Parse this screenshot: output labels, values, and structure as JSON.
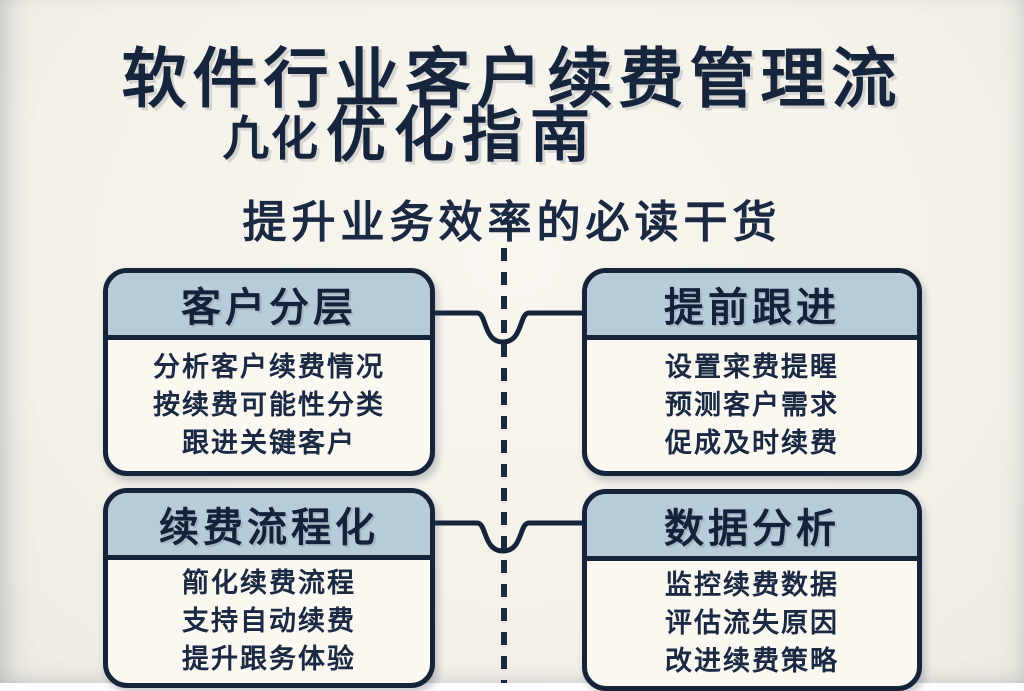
{
  "page": {
    "title_line1": "软件行业客户续费管理流",
    "title_line2_prefix": "凢化",
    "title_line2_main": "优化指南",
    "subtitle": "提升业务效率的必读干货"
  },
  "colors": {
    "background": "#f4f1ea",
    "ink": "#1a2940",
    "card_header_fill": "#b8cbd8",
    "card_fill": "#fbf8f2"
  },
  "cards": [
    {
      "header": "客户分层",
      "lines": [
        "分析客户续费情况",
        "按续费可能性分类",
        "跟进关键客户"
      ]
    },
    {
      "header": "提前跟进",
      "lines": [
        "设置寀费提睲",
        "预测客户需求",
        "促成及时续费"
      ]
    },
    {
      "header": "续费流程化",
      "lines": [
        "箾化续费流程",
        "支持自动续费",
        "提升跟务体验"
      ]
    },
    {
      "header": "数据分析",
      "lines": [
        "监控续费数据",
        "评估流失原因",
        "改进续费策略"
      ]
    }
  ]
}
